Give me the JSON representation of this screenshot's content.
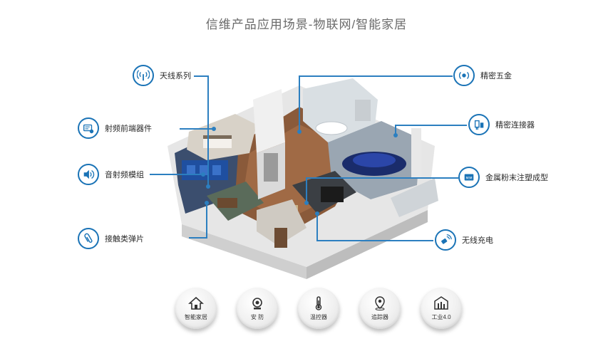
{
  "title": "信维产品应用场景-物联网/智能家居",
  "colors": {
    "accent": "#1a73b6",
    "line": "#2c7fc0"
  },
  "left_callouts": [
    {
      "label": "天线系列",
      "icon": "antenna-icon"
    },
    {
      "label": "射频前端器件",
      "icon": "rf-frontend-icon"
    },
    {
      "label": "音射频模组",
      "icon": "speaker-icon"
    },
    {
      "label": "接触类弹片",
      "icon": "paperclip-icon"
    }
  ],
  "right_callouts": [
    {
      "label": "精密五金",
      "icon": "vibration-icon"
    },
    {
      "label": "精密连接器",
      "icon": "connector-icon"
    },
    {
      "label": "金属粉末注塑成型",
      "icon": "mim-icon"
    },
    {
      "label": "无线充电",
      "icon": "wireless-charging-icon"
    }
  ],
  "categories": [
    {
      "label": "智能家居",
      "icon": "house-icon"
    },
    {
      "label": "安 防",
      "icon": "camera-icon"
    },
    {
      "label": "温控器",
      "icon": "thermometer-icon"
    },
    {
      "label": "追踪器",
      "icon": "location-icon"
    },
    {
      "label": "工业4.0",
      "icon": "factory-icon"
    }
  ]
}
